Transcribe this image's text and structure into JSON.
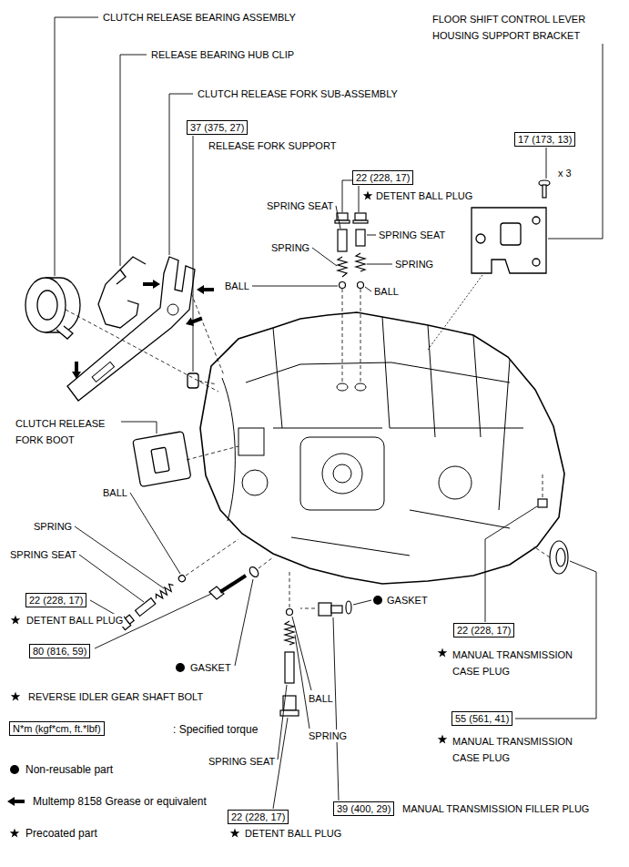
{
  "diagram": {
    "nodes": [
      {
        "text": [
          "37 (375, 27)"
        ]
      },
      {
        "text": [
          "17 (173, 13)"
        ]
      },
      {
        "text": [
          "22 (228, 17)"
        ]
      },
      {
        "text": [
          "22 (228, 17)"
        ]
      },
      {
        "text": [
          "22 (228, 17)"
        ]
      },
      {
        "text": [
          "80 (816, 59)"
        ]
      },
      {
        "text": [
          "55 (561, 41)"
        ]
      },
      {
        "text": [
          "N*m (kgf*cm, ft.*lbf)"
        ]
      },
      {
        "text": [
          "39 (400, 29)"
        ]
      },
      {
        "text": [
          "22 (228, 17)"
        ]
      }
    ],
    "labels": [
      "CLUTCH RELEASE BEARING ASSEMBLY",
      "FLOOR SHIFT CONTROL LEVER HOUSING SUPPORT BRACKET",
      "RELEASE BEARING HUB CLIP",
      "CLUTCH RELEASE FORK SUB-ASSEMBLY",
      "RELEASE FORK SUPPORT",
      "x 3",
      "DETENT BALL PLUG",
      "SPRING SEAT",
      "SPRING SEAT",
      "SPRING",
      "SPRING",
      "BALL",
      "BALL",
      "CLUTCH RELEASE FORK BOOT",
      "BALL",
      "SPRING",
      "SPRING SEAT",
      "GASKET",
      "DETENT BALL PLUG",
      "MANUAL TRANSMISSION CASE PLUG",
      "GASKET",
      "REVERSE IDLER GEAR SHAFT BOLT",
      "BALL",
      "SPRING",
      "MANUAL TRANSMISSION CASE PLUG",
      "SPRING SEAT",
      "MANUAL TRANSMISSION FILLER PLUG",
      "DETENT BALL PLUG"
    ],
    "legend": [
      {
        "text": ": Specified torque"
      },
      {
        "text": "Non-reusable part"
      },
      {
        "text": "Multemp 8158 Grease or equivalent"
      },
      {
        "text": "Precoated part"
      }
    ]
  }
}
